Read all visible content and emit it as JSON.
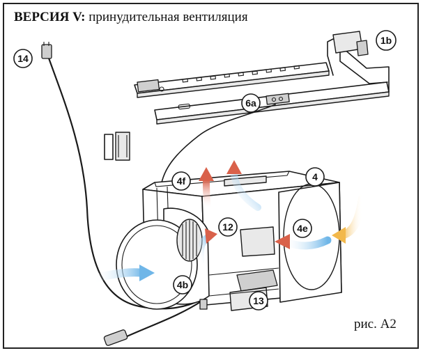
{
  "title": {
    "version_bold": "ВЕРСИЯ V:",
    "description": "принудительная вентиляция"
  },
  "caption": "рис. А2",
  "callouts": {
    "c14": "14",
    "c1b": "1b",
    "c6a": "6a",
    "c4": "4",
    "c4f": "4f",
    "c12": "12",
    "c4e": "4e",
    "c4b": "4b",
    "c13": "13"
  },
  "colors": {
    "cold_air": "#6fb6e8",
    "warm_air": "#f2b84b",
    "hot_air": "#d9614a",
    "outline": "#1a1a1a"
  }
}
